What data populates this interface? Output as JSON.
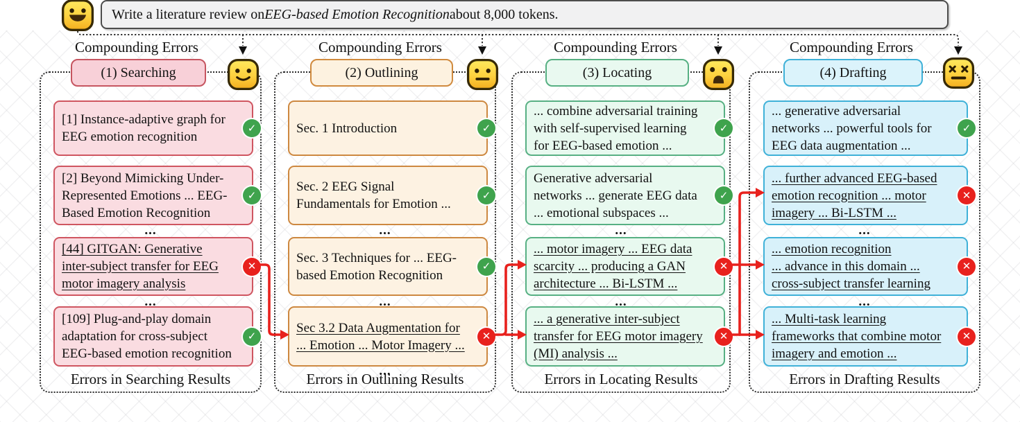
{
  "prompt": {
    "prefix": "Write a literature review on ",
    "topic": "EEG-based Emotion Recognition",
    "suffix": " about 8,000 tokens.",
    "emoji": "grinning-face"
  },
  "ellipsis": "...",
  "icons": {
    "check_glyph": "✓",
    "cross_glyph": "✕"
  },
  "colors": {
    "searching_fill": "#fadce1",
    "searching_border": "#cf5560",
    "outlining_fill": "#fdf2e2",
    "outlining_border": "#cd8840",
    "locating_fill": "#e8f9ef",
    "locating_border": "#57b083",
    "drafting_fill": "#d8f1fa",
    "drafting_border": "#3fb1d8",
    "correct_badge": "#3fa34d",
    "error_badge": "#e8211d",
    "error_arrow": "#e8211d"
  },
  "columns": [
    {
      "compounding_label": "Compounding Errors",
      "stage_label": "(1) Searching",
      "emoji": "slightly-smiling-face",
      "footer": "Errors in Searching Results",
      "items": [
        {
          "text": "[1] Instance-adaptive graph for\nEEG emotion recognition",
          "status": "correct",
          "underlined": false
        },
        {
          "text": "[2] Beyond Mimicking Under-\nRepresented Emotions ... EEG-\nBased Emotion Recognition",
          "status": "correct",
          "underlined": false
        },
        {
          "text": "[44] GITGAN: Generative\ninter-subject transfer for EEG\nmotor imagery analysis",
          "status": "error",
          "underlined": true
        },
        {
          "text": "[109] Plug-and-play domain\nadaptation for cross-subject\nEEG-based emotion recognition",
          "status": "correct",
          "underlined": false
        }
      ]
    },
    {
      "compounding_label": "Compounding Errors",
      "stage_label": "(2) Outlining",
      "emoji": "neutral-face",
      "footer": "Errors in Outlining Results",
      "items": [
        {
          "text": "Sec. 1 Introduction",
          "status": "correct",
          "underlined": false
        },
        {
          "text": "Sec. 2 EEG Signal\nFundamentals for Emotion ...",
          "status": "correct",
          "underlined": false
        },
        {
          "text": "Sec. 3 Techniques for ... EEG-\nbased Emotion Recognition",
          "status": "correct",
          "underlined": false
        },
        {
          "text": "Sec 3.2 Data Augmentation for\n... Emotion ... Motor Imagery ...",
          "status": "error",
          "underlined": true
        }
      ]
    },
    {
      "compounding_label": "Compounding Errors",
      "stage_label": "(3) Locating",
      "emoji": "anguished-face",
      "footer": "Errors in Locating Results",
      "items": [
        {
          "text": "... combine adversarial training\nwith self-supervised learning\nfor EEG-based emotion ...",
          "status": "correct",
          "underlined": false
        },
        {
          "text": "Generative adversarial\nnetworks ... generate EEG data\n... emotional subspaces ...",
          "status": "correct",
          "underlined": false
        },
        {
          "text": "... motor imagery ... EEG data\nscarcity ... producing a GAN\narchitecture ... Bi-LSTM ...",
          "status": "error",
          "underlined": true
        },
        {
          "text": "... a generative inter-subject\ntransfer for EEG motor imagery\n(MI) analysis ...",
          "status": "error",
          "underlined": true
        }
      ]
    },
    {
      "compounding_label": "Compounding Errors",
      "stage_label": "(4) Drafting",
      "emoji": "dizzy-face",
      "footer": "Errors in Drafting Results",
      "items": [
        {
          "text": "... generative adversarial\nnetworks ... powerful tools for\nEEG data augmentation ...",
          "status": "correct",
          "underlined": false
        },
        {
          "text": "... further advanced EEG-based\nemotion recognition ... motor\nimagery ... Bi-LSTM ...",
          "status": "error",
          "underlined": true
        },
        {
          "text": "... emotion recognition\n... advance in this domain ...\ncross-subject transfer learning",
          "status": "error",
          "underlined": true
        },
        {
          "text": "... Multi-task learning\nframeworks that combine motor\nimagery and emotion ...",
          "status": "error",
          "underlined": true
        }
      ]
    }
  ]
}
